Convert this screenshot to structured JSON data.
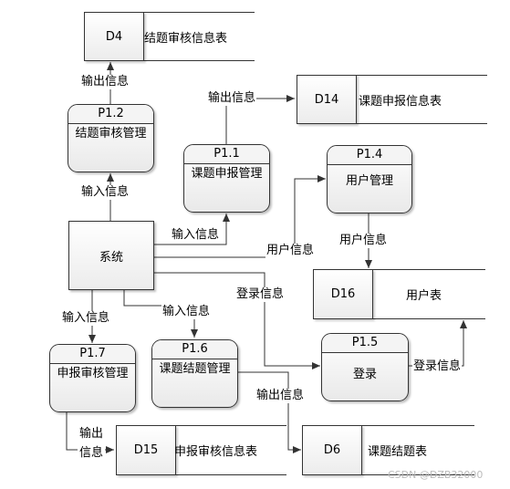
{
  "processes": {
    "p12": {
      "id": "P1.2",
      "name": "结题审核管理"
    },
    "p11": {
      "id": "P1.1",
      "name": "课题申报管理"
    },
    "p14": {
      "id": "P1.4",
      "name": "用户管理"
    },
    "p17": {
      "id": "P1.7",
      "name": "申报审核管理"
    },
    "p16": {
      "id": "P1.6",
      "name": "课题结题管理"
    },
    "p15": {
      "id": "P1.5",
      "name": "登录"
    }
  },
  "entity": {
    "name": "系统"
  },
  "stores": {
    "d4": {
      "id": "D4",
      "name": "结题审核信息表"
    },
    "d14": {
      "id": "D14",
      "name": "课题申报信息表"
    },
    "d16": {
      "id": "D16",
      "name": "用户表"
    },
    "d15": {
      "id": "D15",
      "name": "申报审核信息表"
    },
    "d6": {
      "id": "D6",
      "name": "课题结题表"
    }
  },
  "flows": {
    "out_p12_d4": "输出信息",
    "out_p11_d14": "输出信息",
    "in_sys_p12": "输入信息",
    "in_sys_p11": "输入信息",
    "user_info": "用户信息",
    "user_p14_d16": "用户信息",
    "login_sys_p15": "登录信息",
    "login_p15_d16": "登录信息",
    "in_sys_p17": "输入信息",
    "in_sys_p16": "输入信息",
    "out_p16_d6": "输出信息",
    "out_p17_d15": "输出信息"
  },
  "watermark": "CSDN @DZB32000"
}
